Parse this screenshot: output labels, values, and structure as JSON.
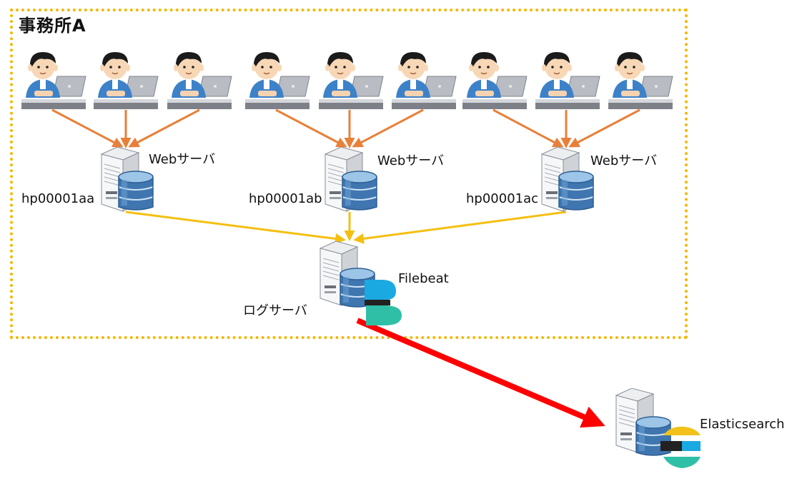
{
  "office": {
    "title": "事務所A"
  },
  "web_servers": [
    {
      "role_label": "Webサーバ",
      "hostname": "hp00001aa"
    },
    {
      "role_label": "Webサーバ",
      "hostname": "hp00001ab"
    },
    {
      "role_label": "Webサーバ",
      "hostname": "hp00001ac"
    }
  ],
  "log_server": {
    "role_label": "ログサーバ",
    "agent_label": "Filebeat"
  },
  "search_server": {
    "label": "Elasticsearch"
  },
  "colors": {
    "office_border": "#f2b800",
    "client_arrow": "#e8803a",
    "log_arrow": "#f5bf10",
    "send_arrow": "#ff0000",
    "filebeat_blue": "#1ba9e1",
    "filebeat_teal": "#2fbfa7",
    "elastic_yellow": "#f2c21b",
    "elastic_blue": "#1ba9e1",
    "elastic_teal": "#2fbfa7"
  },
  "icons": [
    "worker-at-laptop-icon",
    "server-tower-icon",
    "database-icon",
    "filebeat-logo-icon",
    "elasticsearch-logo-icon"
  ]
}
